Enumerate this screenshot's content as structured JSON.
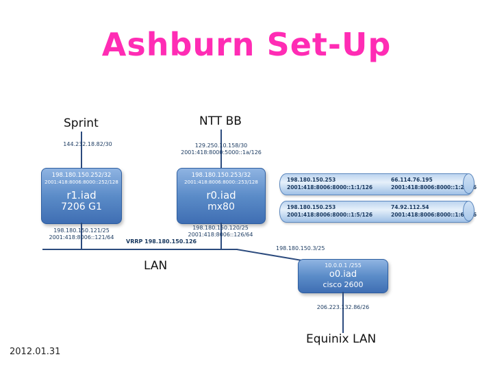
{
  "slide": {
    "title": "Ashburn Set-Up",
    "date": "2012.01.31"
  },
  "colors": {
    "title_pink": "#ff2cb4",
    "node_fill_blue": "#5b8cc8",
    "node_border_blue": "#2d5d9f",
    "line_navy": "#2b4a7d",
    "tiny_label_navy": "#17375e"
  },
  "uplinks": {
    "sprint": {
      "label": "Sprint",
      "ip": "144.232.18.82/30"
    },
    "ntt": {
      "label": "NTT BB",
      "ip": "129.250.10.158/30",
      "ipv6": "2001:418:8000:5000::1a/126"
    }
  },
  "routers": {
    "r1": {
      "ip": "198.180.150.252/32",
      "ipv6": "2001:418:8006:8000::252/128",
      "name": "r1.iad",
      "model": "7206 G1",
      "lan_ip": "198.180.150.121/25",
      "lan_ipv6": "2001:418:8006::121/64"
    },
    "r0": {
      "ip": "198.180.150.253/32",
      "ipv6": "2001:418:8006:8000::253/128",
      "name": "r0.iad",
      "model": "mx80",
      "lan_ip": "198.180.150.120/25",
      "lan_ipv6": "2001:418:8006::126/64"
    }
  },
  "tunnels": [
    {
      "local_ip": "198.180.150.253",
      "local_ipv6": "2001:418:8006:8000::1:1/126",
      "remote_ip": "66.114.76.195",
      "remote_ipv6": "2001:418:8006:8000::1:2/126"
    },
    {
      "local_ip": "198.180.150.253",
      "local_ipv6": "2001:418:8006:8000::1:5/126",
      "remote_ip": "74.92.112.54",
      "remote_ipv6": "2001:418:8006:8000::1:6/126"
    }
  ],
  "lan": {
    "label": "LAN",
    "vrrp": "VRRP 198.180.150.126",
    "branch_ip": "198.180.150.3/25"
  },
  "equinix": {
    "wan_ip": "10.0.0.1 /255",
    "name": "o0.iad",
    "model": "cisco 2600",
    "downstream_ip": "206.223.132.86/26",
    "label": "Equinix LAN"
  }
}
